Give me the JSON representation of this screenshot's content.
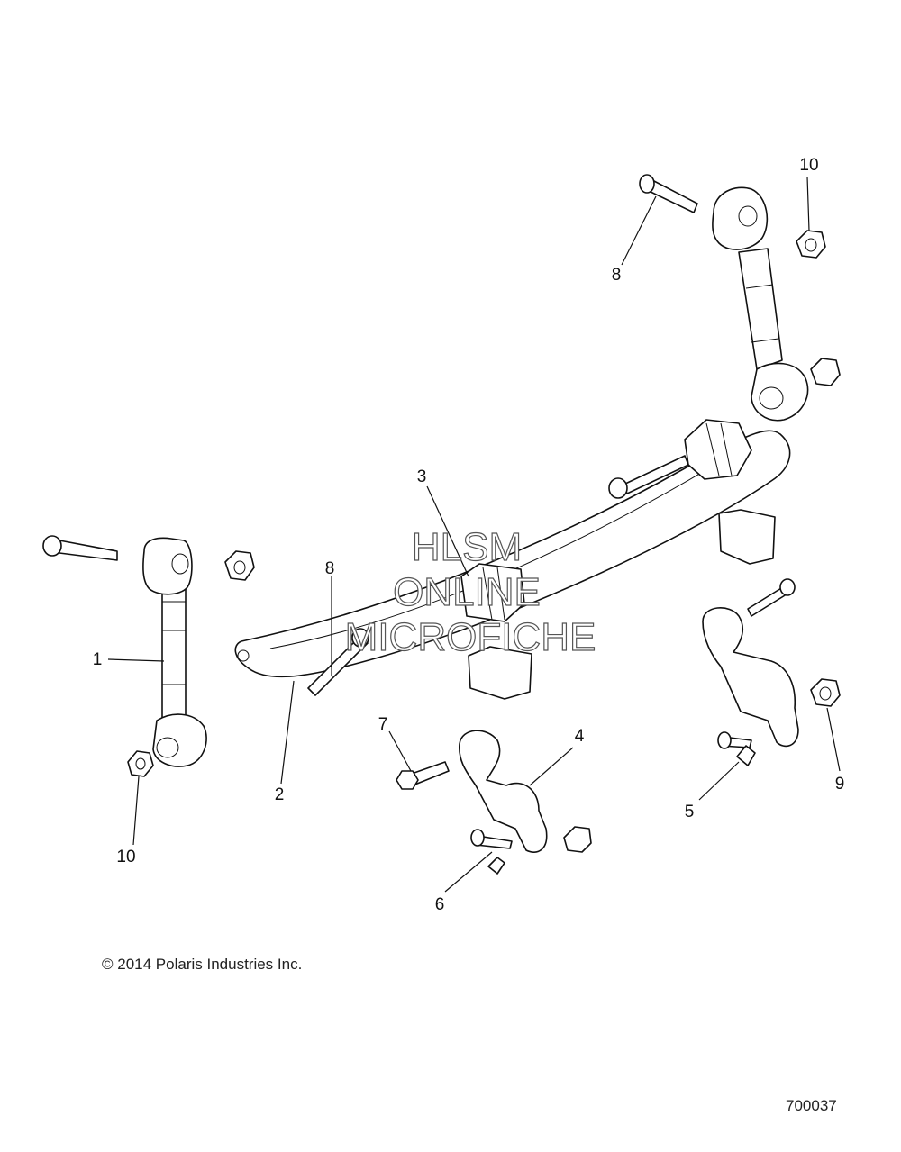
{
  "callouts": {
    "c1": "1",
    "c2": "2",
    "c3": "3",
    "c4": "4",
    "c5": "5",
    "c6": "6",
    "c7": "7",
    "c8a": "8",
    "c8b": "8",
    "c9": "9",
    "c10a": "10",
    "c10b": "10"
  },
  "watermark": {
    "line1": "HLSM",
    "line2": "ONLINE",
    "line3": "MICROFICHE"
  },
  "footer": {
    "copyright": "© 2014 Polaris Industries Inc.",
    "diagram_number": "700037"
  }
}
